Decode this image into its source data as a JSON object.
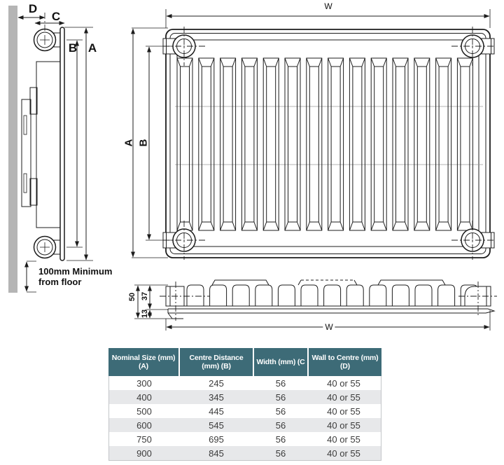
{
  "labels": {
    "side": {
      "d": "D",
      "c": "C",
      "b": "B",
      "a": "A",
      "floor_line1": "100mm Minimum",
      "floor_line2": "from floor"
    },
    "front": {
      "w": "W",
      "a": "A",
      "b": "B"
    },
    "section": {
      "depth_total": "50",
      "depth_panel": "37",
      "depth_gap": "13",
      "w": "W"
    }
  },
  "table": {
    "headers": [
      "Nominal Size (mm) (A)",
      "Centre Distance (mm) (B)",
      "Width (mm) (C",
      "Wall to Centre (mm) (D)"
    ],
    "rows": [
      [
        "300",
        "245",
        "56",
        "40 or 55"
      ],
      [
        "400",
        "345",
        "56",
        "40 or 55"
      ],
      [
        "500",
        "445",
        "56",
        "40 or 55"
      ],
      [
        "600",
        "545",
        "56",
        "40 or 55"
      ],
      [
        "750",
        "695",
        "56",
        "40 or 55"
      ],
      [
        "900",
        "845",
        "56",
        "40 or 55"
      ]
    ]
  },
  "colors": {
    "header_bg": "#3d6b77",
    "row_alt": "#e7e8ea",
    "wall_fill": "#b5b5b5",
    "line": "#1c1c1c"
  }
}
